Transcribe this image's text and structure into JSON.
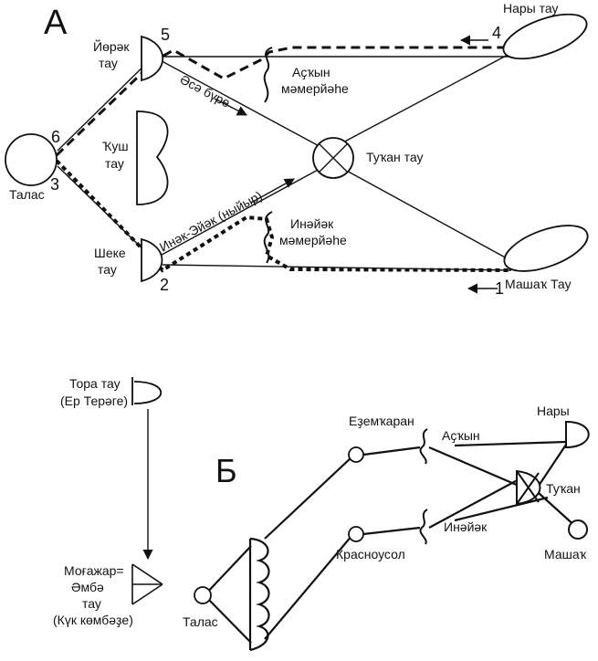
{
  "panel_a": {
    "letter": "А",
    "nodes": {
      "talas": "Талас",
      "yorek": [
        "Йөрәк",
        "тау"
      ],
      "kush": [
        "Ҡуш",
        "тау"
      ],
      "sheke": [
        "Шеке",
        "тау"
      ],
      "tukan": "Туҡан тау",
      "nary": "Нары тау",
      "mashak": "Машаҡ Тау",
      "askyn": [
        "Аҫҡын",
        "мәмерйәһе"
      ],
      "inyayak": [
        "Инәйәк",
        "мәмерйәһе"
      ]
    },
    "path_labels": {
      "ese_bure": "Әсә бүре",
      "inek_eyek": "Инәк-Эйәк (ныйыр)"
    },
    "numbers": {
      "n1": "1",
      "n2": "2",
      "n3": "3",
      "n4": "4",
      "n5": "5",
      "n6": "6"
    }
  },
  "panel_b": {
    "letter": "Б",
    "nodes": {
      "tora": [
        "Тора тау",
        "(Ер Терәге)"
      ],
      "mogazhar": [
        "Моғажар=",
        "Әмбә",
        "тау",
        "(Күк көмбәҙе)"
      ],
      "talas": "Талас",
      "ezemkaran": "Еҙемҡаран",
      "krasnousol": "Красноусол",
      "askyn": "Аҫҡын",
      "inyayak": "Инәйәк",
      "nary": "Нары",
      "tukan": "Туҡан",
      "mashak": "Машаҡ"
    }
  }
}
